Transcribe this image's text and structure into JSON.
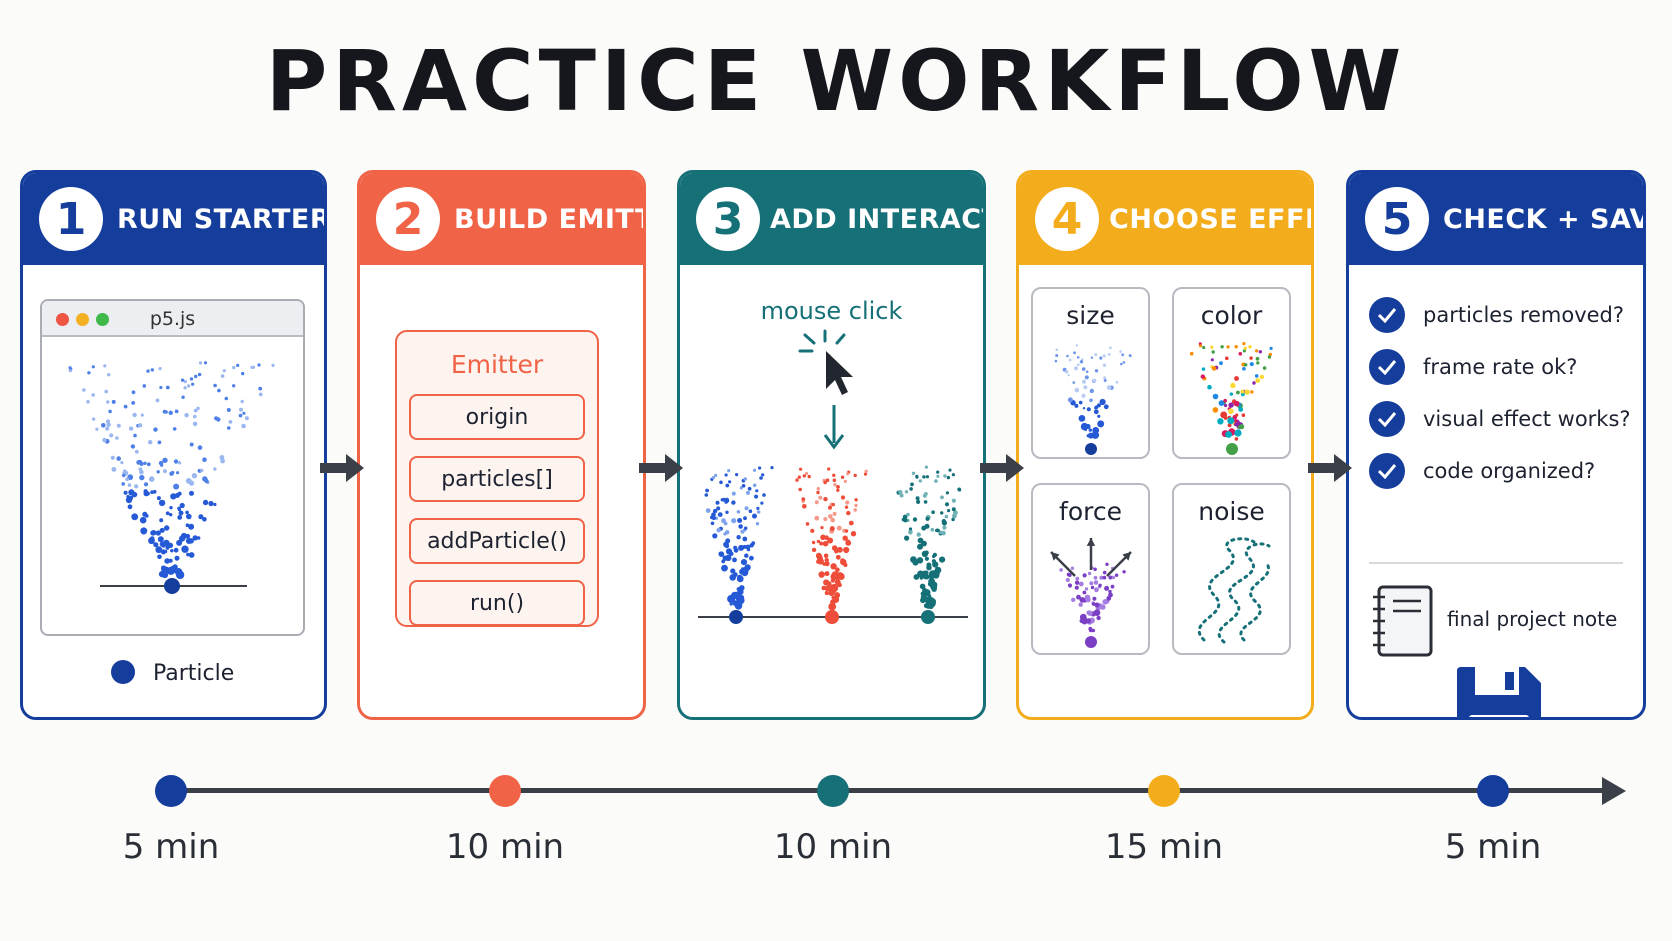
{
  "title": "PRACTICE WORKFLOW",
  "colors": {
    "blue": "#143d9c",
    "red": "#f06347",
    "teal": "#157077",
    "yellow": "#f3ad1c",
    "dark": "#3b3f47"
  },
  "steps": [
    {
      "number": "1",
      "title": "RUN STARTER",
      "color": "#143d9c",
      "window_title": "p5.js",
      "legend": "Particle"
    },
    {
      "number": "2",
      "title": "BUILD EMITTER",
      "color": "#f06347",
      "box_title": "Emitter",
      "fields": [
        "origin",
        "particles[]",
        "addParticle()",
        "run()"
      ]
    },
    {
      "number": "3",
      "title": "ADD INTERACTION",
      "color": "#157077",
      "trigger": "mouse click"
    },
    {
      "number": "4",
      "title": "CHOOSE EFFECT",
      "color": "#f3ad1c",
      "effects": [
        "size",
        "color",
        "force",
        "noise"
      ]
    },
    {
      "number": "5",
      "title": "CHECK + SAVE",
      "color": "#143d9c",
      "checks": [
        "particles removed?",
        "frame rate ok?",
        "visual effect works?",
        "code organized?"
      ],
      "note": "final project note"
    }
  ],
  "timeline": [
    {
      "label": "5 min",
      "color": "#143d9c"
    },
    {
      "label": "10 min",
      "color": "#f06347"
    },
    {
      "label": "10 min",
      "color": "#157077"
    },
    {
      "label": "15 min",
      "color": "#f3ad1c"
    },
    {
      "label": "5 min",
      "color": "#143d9c"
    }
  ]
}
